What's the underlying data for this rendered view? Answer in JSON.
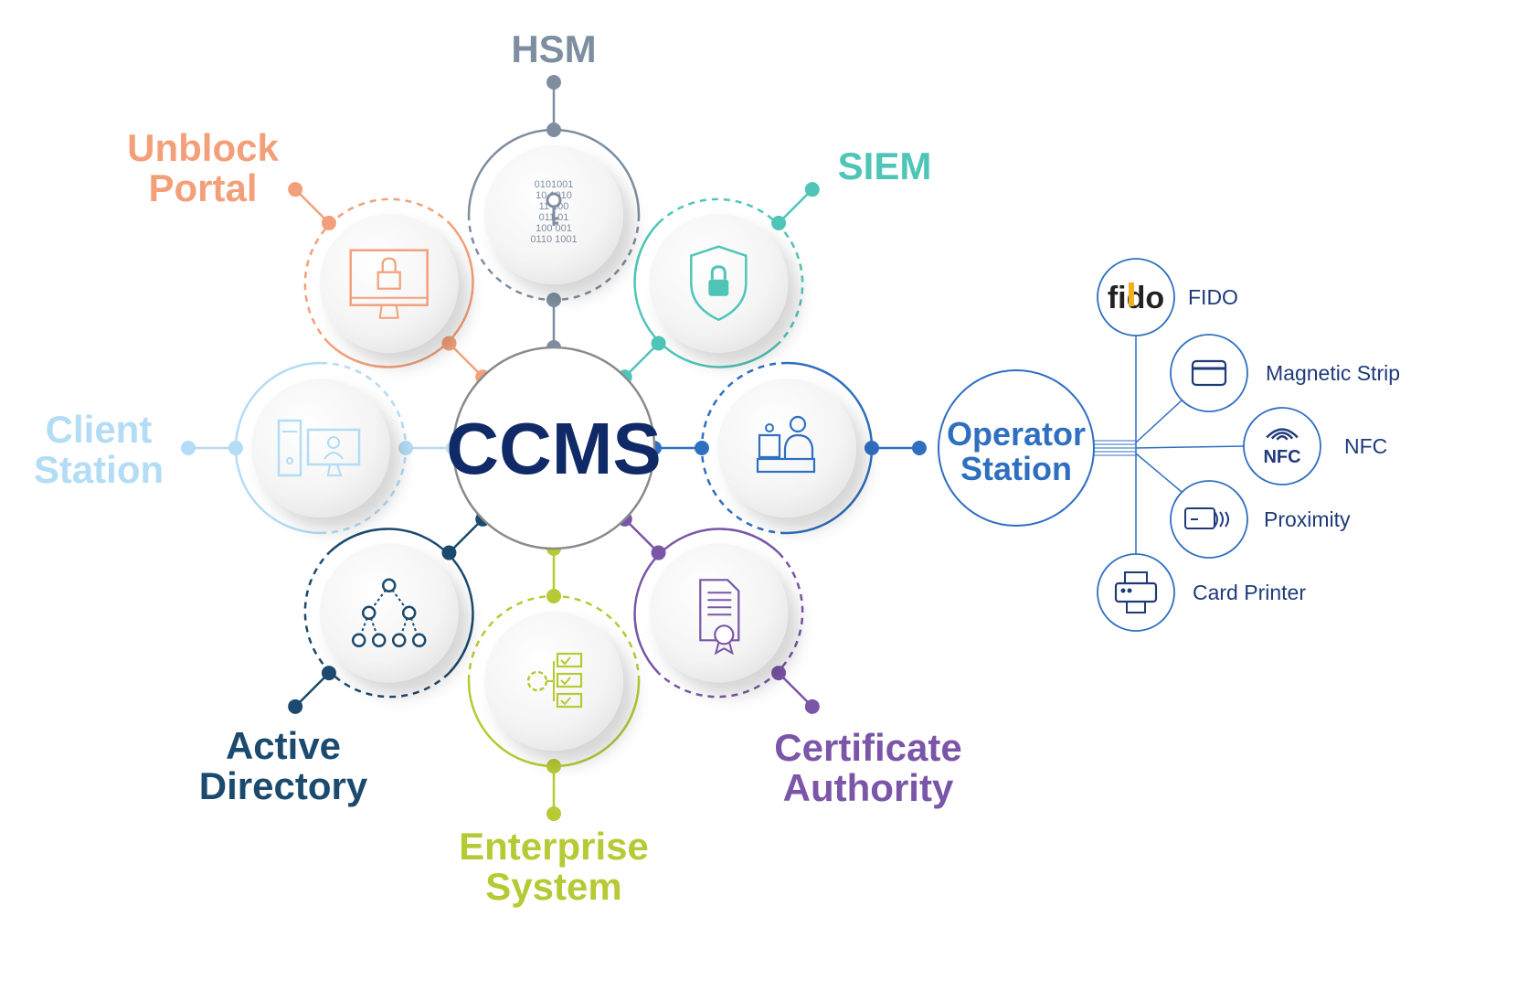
{
  "center": {
    "label": "CCMS",
    "color": "#0f2a66"
  },
  "satellites": [
    {
      "id": "hsm",
      "label": [
        "HSM"
      ],
      "color": "#7e8ea0",
      "icon": "hsm-key-icon"
    },
    {
      "id": "siem",
      "label": [
        "SIEM"
      ],
      "color": "#4fc5b8",
      "icon": "shield-lock-icon"
    },
    {
      "id": "operator",
      "label": [
        "Operator",
        "Station"
      ],
      "color": "#2f6fc0",
      "icon": "operator-desk-icon"
    },
    {
      "id": "certificate",
      "label": [
        "Certificate",
        "Authority"
      ],
      "color": "#7a55a8",
      "icon": "certificate-document-icon"
    },
    {
      "id": "enterprise",
      "label": [
        "Enterprise",
        "System"
      ],
      "color": "#b7c934",
      "icon": "workflow-checklist-icon"
    },
    {
      "id": "directory",
      "label": [
        "Active",
        "Directory"
      ],
      "color": "#1b4a6e",
      "icon": "hierarchy-tree-icon"
    },
    {
      "id": "client",
      "label": [
        "Client",
        "Station"
      ],
      "color": "#b3dcf5",
      "icon": "desktop-computer-icon"
    },
    {
      "id": "unblock",
      "label": [
        "Unblock",
        "Portal"
      ],
      "color": "#f3a07a",
      "icon": "monitor-lock-icon"
    }
  ],
  "operator_station": {
    "label": [
      "Operator",
      "Station"
    ],
    "color": "#2f6fc0"
  },
  "devices": [
    {
      "label": "FIDO",
      "logo": "fido",
      "icon": "fido-logo-icon"
    },
    {
      "label": "Magnetic Strip",
      "icon": "magnetic-card-icon"
    },
    {
      "label": "NFC",
      "logo": "NFC",
      "icon": "nfc-icon"
    },
    {
      "label": "Proximity",
      "icon": "proximity-card-icon"
    },
    {
      "label": "Card Printer",
      "icon": "card-printer-icon"
    }
  ]
}
